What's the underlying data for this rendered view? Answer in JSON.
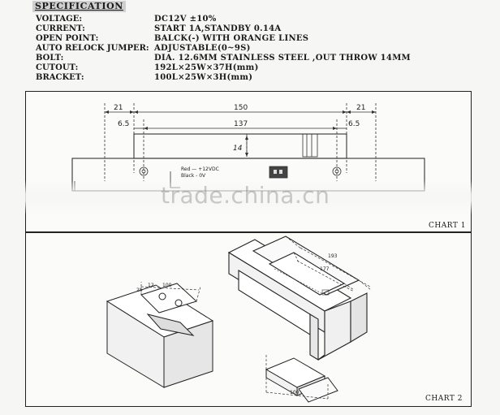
{
  "spec": {
    "title": "SPECIFICATION",
    "rows": [
      {
        "label": "VOLTAGE:",
        "value": "DC12V ±10%"
      },
      {
        "label": "CURRENT:",
        "value": "START 1A,STANDBY 0.14A"
      },
      {
        "label": "OPEN POINT:",
        "value": "BALCK(-) WITH  ORANGE  LINES"
      },
      {
        "label": "AUTO RELOCK JUMPER:",
        "value": "ADJUSTABLE(0~9S)"
      },
      {
        "label": "BOLT:",
        "value": "DIA. 12.6MM STAINLESS STEEL ,OUT THROW 14MM"
      },
      {
        "label": "CUTOUT:",
        "value": "192L×25W×37H(mm)"
      },
      {
        "label": "BRACKET:",
        "value": "100L×25W×3H(mm)"
      }
    ]
  },
  "chart1": {
    "label": "CHART 1",
    "dims": {
      "overall_left": "21",
      "body": "150",
      "overall_right": "21",
      "inset_left": "6.5",
      "hole_span": "137",
      "inset_right": "6.5",
      "throw": "14"
    },
    "wires": {
      "red": "Red — +12VDC",
      "black": "Black - 0V"
    }
  },
  "chart2": {
    "label": "CHART 2",
    "dims": {
      "bracket_len": "100",
      "small_a": "25",
      "small_b": "12",
      "cut_a": "193",
      "cut_b": "177",
      "plate": "100"
    }
  },
  "watermark": "trade.china.cn"
}
